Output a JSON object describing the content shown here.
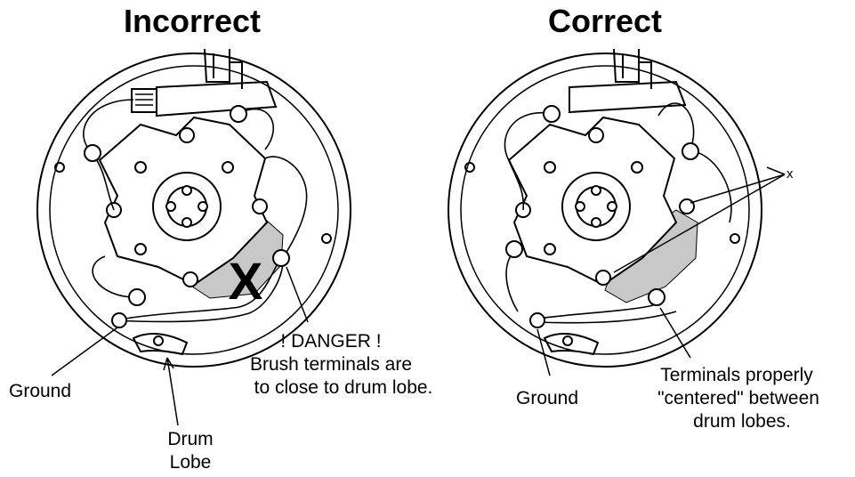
{
  "panels": [
    {
      "title": "Incorrect",
      "labels": {
        "ground": "Ground",
        "drum_lobe_1": "Drum",
        "drum_lobe_2": "Lobe",
        "danger_1": "! DANGER !",
        "danger_2": "Brush terminals are",
        "danger_3": "to close to drum lobe."
      },
      "mark": "X"
    },
    {
      "title": "Correct",
      "labels": {
        "ground": "Ground",
        "note_1": "Terminals properly",
        "note_2": "\"centered\" between",
        "note_3": "drum lobes.",
        "x_marker": "x"
      }
    }
  ],
  "colors": {
    "lobe_fill": "#c8c8c8",
    "ink": "#000000",
    "background": "#ffffff"
  }
}
